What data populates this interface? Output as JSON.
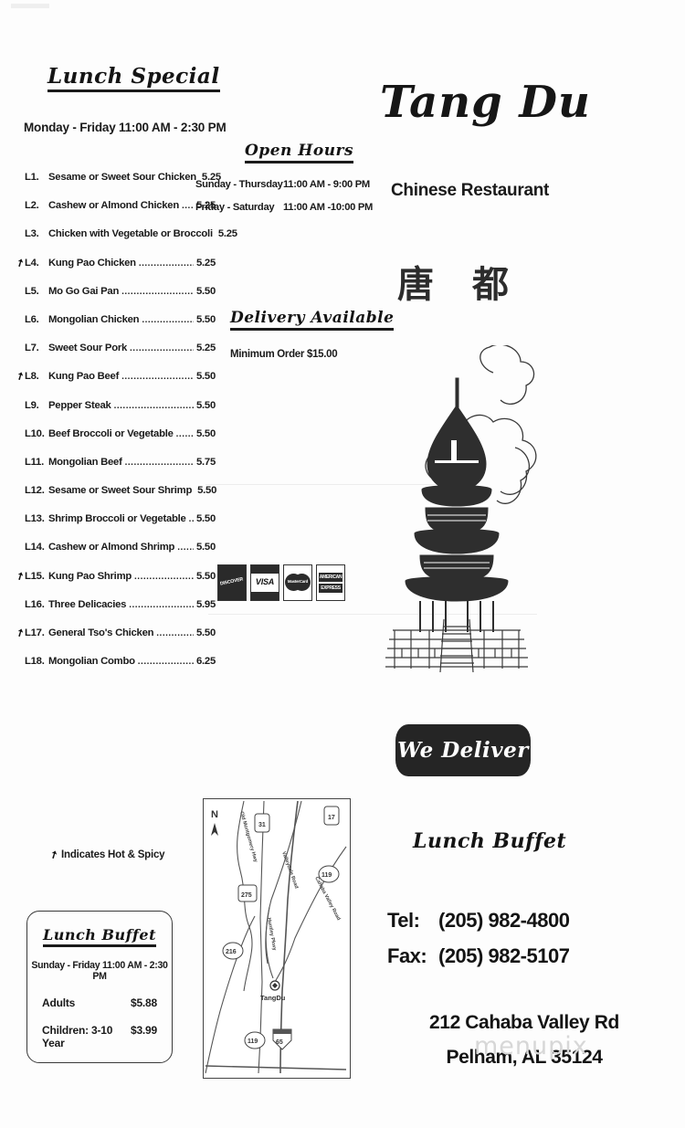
{
  "brand": {
    "name": "Tang Du",
    "subtitle": "Chinese Restaurant",
    "chinese": "唐都",
    "pagoda_icon": "pagoda-icon",
    "watermark": "menupix"
  },
  "lunch_special": {
    "heading": "Lunch Special",
    "hours": "Monday - Friday 11:00 AM - 2:30 PM",
    "spicy_symbol": "➚",
    "spicy_legend": "Indicates Hot & Spicy",
    "dots": "..............................................................",
    "items": [
      {
        "code": "L1.",
        "name": "Sesame or Sweet Sour Chicken",
        "price": "5.25",
        "spicy": false
      },
      {
        "code": "L2.",
        "name": "Cashew or Almond Chicken",
        "price": "5.25",
        "spicy": false
      },
      {
        "code": "L3.",
        "name": "Chicken with Vegetable or Broccoli",
        "price": "5.25",
        "spicy": false
      },
      {
        "code": "L4.",
        "name": "Kung Pao Chicken",
        "price": "5.25",
        "spicy": true
      },
      {
        "code": "L5.",
        "name": "Mo Go Gai Pan",
        "price": "5.50",
        "spicy": false
      },
      {
        "code": "L6.",
        "name": "Mongolian Chicken",
        "price": "5.50",
        "spicy": false
      },
      {
        "code": "L7.",
        "name": "Sweet Sour Pork",
        "price": "5.25",
        "spicy": false
      },
      {
        "code": "L8.",
        "name": "Kung Pao Beef",
        "price": "5.50",
        "spicy": true
      },
      {
        "code": "L9.",
        "name": "Pepper Steak",
        "price": "5.50",
        "spicy": false
      },
      {
        "code": "L10.",
        "name": "Beef Broccoli or Vegetable",
        "price": "5.50",
        "spicy": false
      },
      {
        "code": "L11.",
        "name": "Mongolian Beef",
        "price": "5.75",
        "spicy": false
      },
      {
        "code": "L12.",
        "name": "Sesame or Sweet Sour Shrimp",
        "price": "5.50",
        "spicy": false
      },
      {
        "code": "L13.",
        "name": "Shrimp Broccoli or Vegetable",
        "price": "5.50",
        "spicy": false
      },
      {
        "code": "L14.",
        "name": "Cashew or Almond Shrimp",
        "price": "5.50",
        "spicy": false
      },
      {
        "code": "L15.",
        "name": "Kung Pao Shrimp",
        "price": "5.50",
        "spicy": true
      },
      {
        "code": "L16.",
        "name": "Three Delicacies",
        "price": "5.95",
        "spicy": false
      },
      {
        "code": "L17.",
        "name": "General Tso's Chicken",
        "price": "5.50",
        "spicy": true
      },
      {
        "code": "L18.",
        "name": "Mongolian Combo",
        "price": "6.25",
        "spicy": false
      }
    ]
  },
  "lunch_buffet_box": {
    "title": "Lunch Buffet",
    "hours": "Sunday - Friday   11:00 AM - 2:30 PM",
    "rows": [
      {
        "label": "Adults",
        "price": "$5.88"
      },
      {
        "label": "Children: 3-10 Year",
        "price": "$3.99"
      }
    ]
  },
  "open_hours": {
    "heading": "Open Hours",
    "rows": [
      {
        "days": "Sunday - Thursday",
        "time": "11:00 AM -  9:00 PM"
      },
      {
        "days": "Friday - Saturday",
        "time": "11:00 AM -10:00 PM"
      }
    ]
  },
  "delivery": {
    "heading": "Delivery Available",
    "minimum": "Minimum Order $15.00",
    "banner": "We Deliver"
  },
  "payment": {
    "cards": [
      {
        "name": "discover-card-icon",
        "label": "DISCOVER"
      },
      {
        "name": "visa-card-icon",
        "label": "VISA"
      },
      {
        "name": "mastercard-card-icon",
        "label": "MasterCard"
      },
      {
        "name": "amex-card-icon",
        "label_top": "AMERICAN",
        "label_bottom": "EXPRESS"
      }
    ]
  },
  "right_column": {
    "lunch_buffet_title": "Lunch Buffet"
  },
  "contact": {
    "tel_label": "Tel:",
    "tel": "(205) 982-4800",
    "fax_label": "Fax:",
    "fax": "(205) 982-5107",
    "address_line1": "212 Cahaba Valley Rd",
    "address_line2": "Pelham, AL 35124"
  },
  "map": {
    "north_label": "N",
    "location_label": "TangDu",
    "roads": [
      "Old Montgomery Hwy",
      "Valleydale Road",
      "Cahaba Valley Road",
      "Huntley Parkway"
    ],
    "shields": [
      "31",
      "17",
      "275",
      "119",
      "216",
      "119",
      "65"
    ]
  }
}
